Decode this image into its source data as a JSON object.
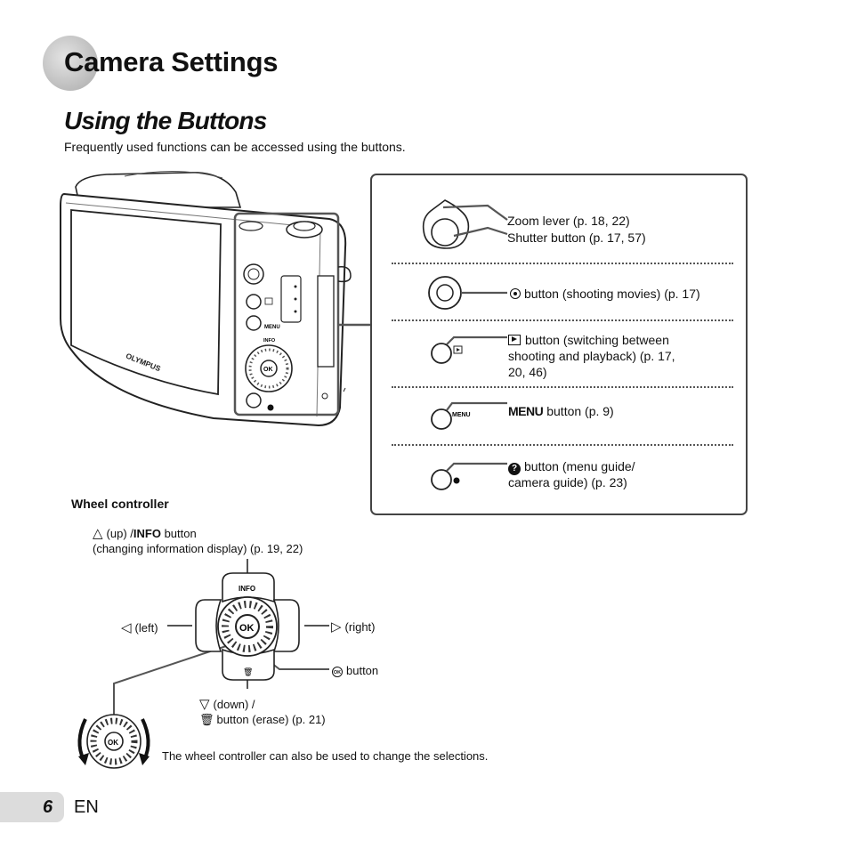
{
  "header": {
    "title": "Camera Settings",
    "subtitle": "Using the Buttons",
    "intro": "Frequently used functions can be accessed using the buttons."
  },
  "camera": {
    "brand": "OLYMPUS"
  },
  "panel": {
    "zoom": "Zoom lever (p. 18, 22)",
    "shutter": "Shutter button (p. 17, 57)",
    "movie": "button (shooting movies) (p. 17)",
    "playback_line1": "button (switching between",
    "playback_line2": "shooting and playback) (p. 17,",
    "playback_line3": "20, 46)",
    "menu_symbol": "MENU",
    "menu": "button (p. 9)",
    "guide_line1": "button (menu guide/",
    "guide_line2": "camera guide) (p. 23)",
    "menu_small": "MENU"
  },
  "wheel": {
    "heading": "Wheel controller",
    "up_pre": "(up) /",
    "up_bold": "INFO",
    "up_post": "button",
    "up_line2": "(changing information display) (p. 19, 22)",
    "left": "(left)",
    "right": "(right)",
    "ok_label": "button",
    "down_line1": "(down) /",
    "down_line2": "button (erase) (p. 21)",
    "ok_glyph": "OK",
    "info_glyph": "INFO",
    "note": "The wheel controller can also be used  to change the selections."
  },
  "footer": {
    "page_number": "6",
    "lang": "EN"
  }
}
